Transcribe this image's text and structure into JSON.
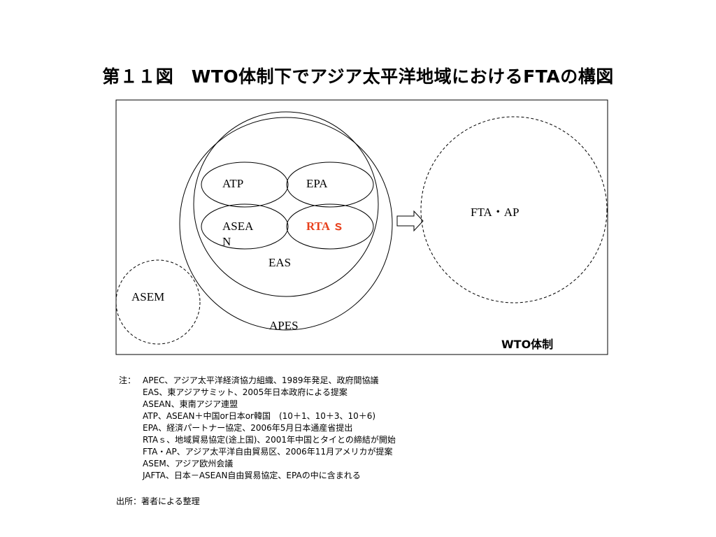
{
  "title": "第１１図　WTO体制下でアジア太平洋地域におけるFTAの構図",
  "diagram": {
    "atp": "ATP",
    "epa": "EPA",
    "asean_line1": "ASEA",
    "asean_line2": "N",
    "rtas": "RTA ｓ",
    "eas": "EAS",
    "apes": "APES",
    "asem": "ASEM",
    "fta_ap": "FTA・AP",
    "wto": "WTO体制"
  },
  "notes": {
    "label": "注：",
    "items": [
      "APEC、アジア太平洋経済協力組織、1989年発足、政府間協議",
      "EAS、東アジアサミット、2005年日本政府による提案",
      "ASEAN、東南アジア連盟",
      "ATP、ASEAN＋中国or日本or韓国　(10＋1、10＋3、10＋6)",
      "EPA、経済パートナー協定、2006年5月日本通産省提出",
      "RTAｓ、地域貿易協定(途上国)、2001年中国とタイとの締結が開始",
      "FTA・AP、アジア太平洋自由貿易区、2006年11月アメリカが提案",
      "ASEM、アジア欧州会議",
      "JAFTA、日本－ASEAN自由貿易協定、EPAの中に含まれる"
    ]
  },
  "source": "出所：著者による整理",
  "colors": {
    "rtas": "#e8401c",
    "line": "#000000"
  }
}
